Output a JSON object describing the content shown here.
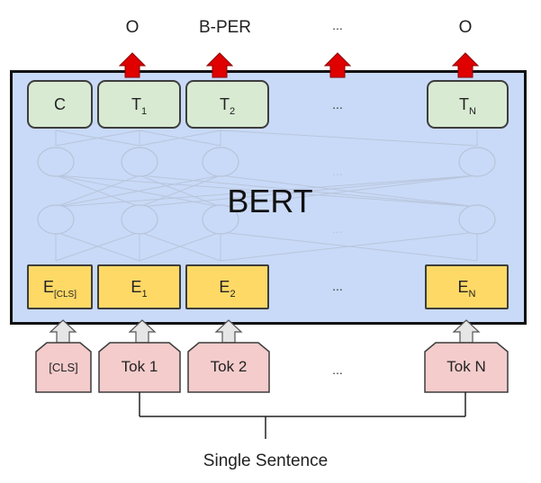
{
  "outputs": {
    "o_first": "O",
    "b_per": "B-PER",
    "ellipsis": "...",
    "o_last": "O"
  },
  "model": {
    "name": "BERT"
  },
  "final_layer": {
    "c": "C",
    "t1_base": "T",
    "t1_sub": "1",
    "t2_base": "T",
    "t2_sub": "2",
    "ellipsis": "...",
    "tn_base": "T",
    "tn_sub": "N"
  },
  "hidden_ellipsis": "...",
  "embeddings": {
    "cls_base": "E",
    "cls_sub": "[CLS]",
    "e1_base": "E",
    "e1_sub": "1",
    "e2_base": "E",
    "e2_sub": "2",
    "ellipsis": "...",
    "en_base": "E",
    "en_sub": "N"
  },
  "tokens": {
    "cls": "[CLS]",
    "tok1": "Tok 1",
    "tok2": "Tok 2",
    "ellipsis": "...",
    "tokn": "Tok N"
  },
  "input_label": "Single Sentence",
  "colors": {
    "panel": "#c9daf8",
    "output_box": "#d9ead3",
    "embedding_box": "#ffd966",
    "token_box": "#f4cccc",
    "output_arrow": "#e00000",
    "input_arrow": "#e6e6e6"
  }
}
